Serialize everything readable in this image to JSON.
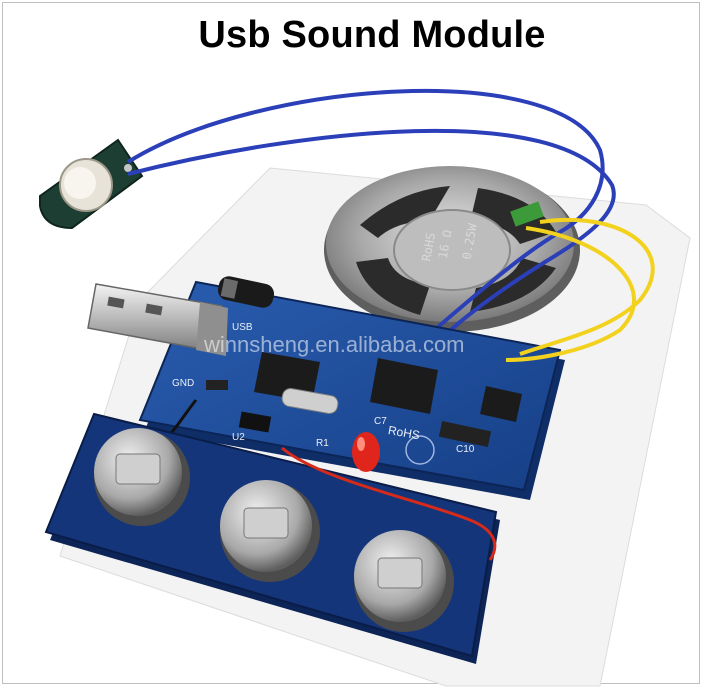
{
  "title": "Usb Sound Module",
  "watermark": "winnsheng.en.alibaba.com",
  "speaker_label": [
    "RoHS",
    "16 Ω",
    "0.25W"
  ],
  "board_labels": {
    "gnd": "GND",
    "usb": "USB",
    "rohs": "RoHS",
    "u2": "U2",
    "r1": "R1",
    "c7": "C7",
    "c10": "C10"
  },
  "colors": {
    "pcb": "#1f4f9e",
    "battery_board": "#14357a",
    "wire_blue": "#2b3fb8",
    "wire_yellow": "#f2d21e",
    "wire_red": "#d62a1a",
    "led": "#e0261c"
  }
}
